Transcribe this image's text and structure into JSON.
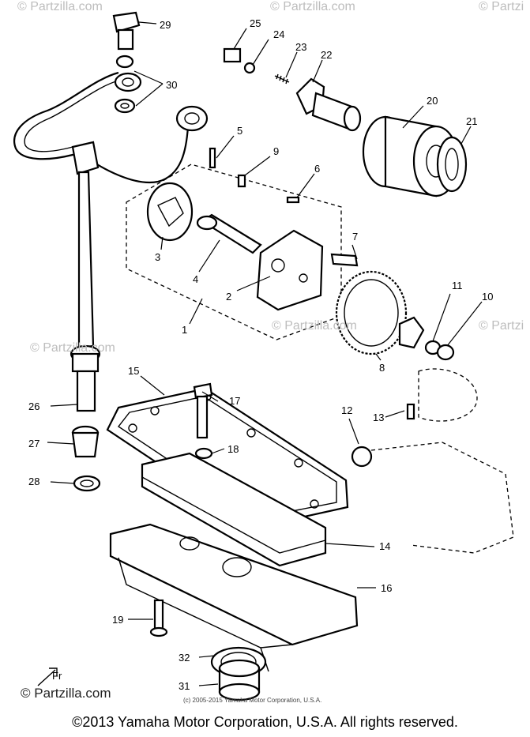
{
  "watermarks": [
    {
      "id": "tl",
      "text": "© Partzilla.com"
    },
    {
      "id": "tc",
      "text": "© Partzilla.com"
    },
    {
      "id": "tr",
      "text": "© Partzi"
    },
    {
      "id": "ml",
      "text": "© Partzilla.com"
    },
    {
      "id": "mc",
      "text": "© Partzilla.com"
    },
    {
      "id": "mr",
      "text": "© Partzi"
    },
    {
      "id": "bl",
      "text": "© Partzilla.com"
    }
  ],
  "small_credit": "(c) 2005-2015 Yamaha Motor Corporation, U.S.A.",
  "copyright": "©2013 Yamaha Motor Corporation, U.S.A. All rights reserved.",
  "callouts": [
    "29",
    "30",
    "25",
    "24",
    "23",
    "22",
    "20",
    "21",
    "5",
    "9",
    "6",
    "3",
    "4",
    "7",
    "2",
    "1",
    "11",
    "10",
    "8",
    "15",
    "17",
    "26",
    "12",
    "13",
    "18",
    "27",
    "28",
    "14",
    "16",
    "19",
    "32",
    "31"
  ]
}
